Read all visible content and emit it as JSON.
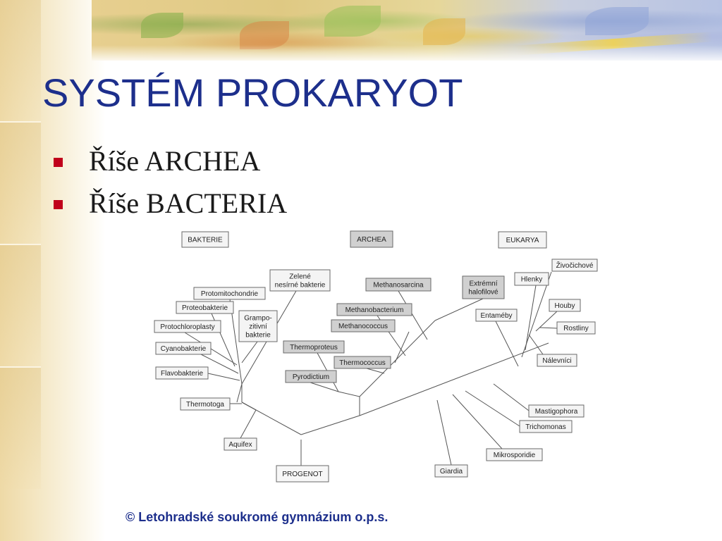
{
  "slide": {
    "title": "SYSTÉM PROKARYOT",
    "bullets": [
      "Říše ARCHEA",
      "Říše BACTERIA"
    ],
    "footer": "© Letohradské soukromé gymnázium o.p.s.",
    "accent_color": "#1d2f8c",
    "bullet_color": "#c0001a"
  },
  "diagram": {
    "domains": {
      "bakterie": "BAKTERIE",
      "archea": "ARCHEA",
      "eukarya": "EUKARYA"
    },
    "root": "PROGENOT",
    "bacteria": {
      "zelene": "Zelené nesírné bakterie",
      "protomitochondrie": "Protomitochondrie",
      "proteobakterie": "Proteobakterie",
      "protochloroplasty": "Protochloroplasty",
      "grampozitivni": "Grampo-zitivní bakterie",
      "cyanobakterie": "Cyanobakterie",
      "flavobakterie": "Flavobakterie",
      "thermotoga": "Thermotoga",
      "aquifex": "Aquifex"
    },
    "archea": {
      "methanosarcina": "Methanosarcina",
      "extremni": "Extrémní halofilové",
      "methanobacterium": "Methanobacterium",
      "methanococcus": "Methanococcus",
      "thermoproteus": "Thermoproteus",
      "thermococcus": "Thermococcus",
      "pyrodictium": "Pyrodictium"
    },
    "eukarya": {
      "zivocichove": "Živočichové",
      "hlenky": "Hlenky",
      "houby": "Houby",
      "entameby": "Entaméby",
      "rostliny": "Rostliny",
      "nalevnici": "Nálevníci",
      "mastigophora": "Mastigophora",
      "trichomonas": "Trichomonas",
      "mikrosporidie": "Mikrosporidie",
      "giardia": "Giardia"
    }
  }
}
